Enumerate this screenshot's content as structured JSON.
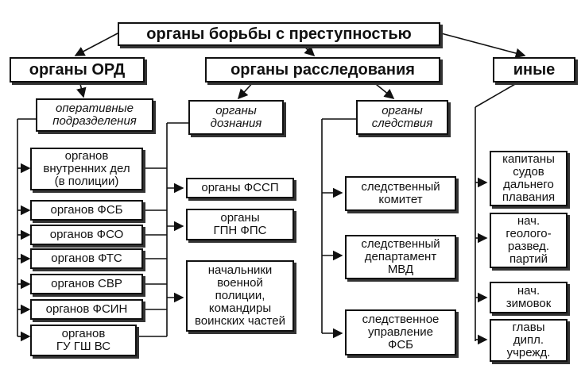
{
  "root": "органы борьбы с преступностью",
  "categories": {
    "ord": "органы ОРД",
    "investigation": "органы расследования",
    "other": "иные"
  },
  "ord": {
    "subtitle": "оперативные\nподразделения",
    "items": [
      "органов\nвнутренних дел\n(в полиции)",
      "органов ФСБ",
      "органов ФСО",
      "органов ФТС",
      "органов СВР",
      "органов ФСИН",
      "органов\nГУ ГШ ВС"
    ]
  },
  "inquiry": {
    "subtitle": "органы\nдознания",
    "items": [
      "органы ФССП",
      "органы\nГПН ФПС",
      "начальники\nвоенной\nполиции,\nкомандиры\nвоинских частей"
    ]
  },
  "investigators": {
    "subtitle": "органы\nследствия",
    "items": [
      "следственный\nкомитет",
      "следственный\nдепартамент\nМВД",
      "следственное\nуправление\nФСБ"
    ]
  },
  "other": {
    "items": [
      "капитаны\nсудов\nдальнего\nплавания",
      "нач.\nгеолого-\nразвед.\nпартий",
      "нач.\nзимовок",
      "главы\nдипл.\nучрежд."
    ]
  }
}
